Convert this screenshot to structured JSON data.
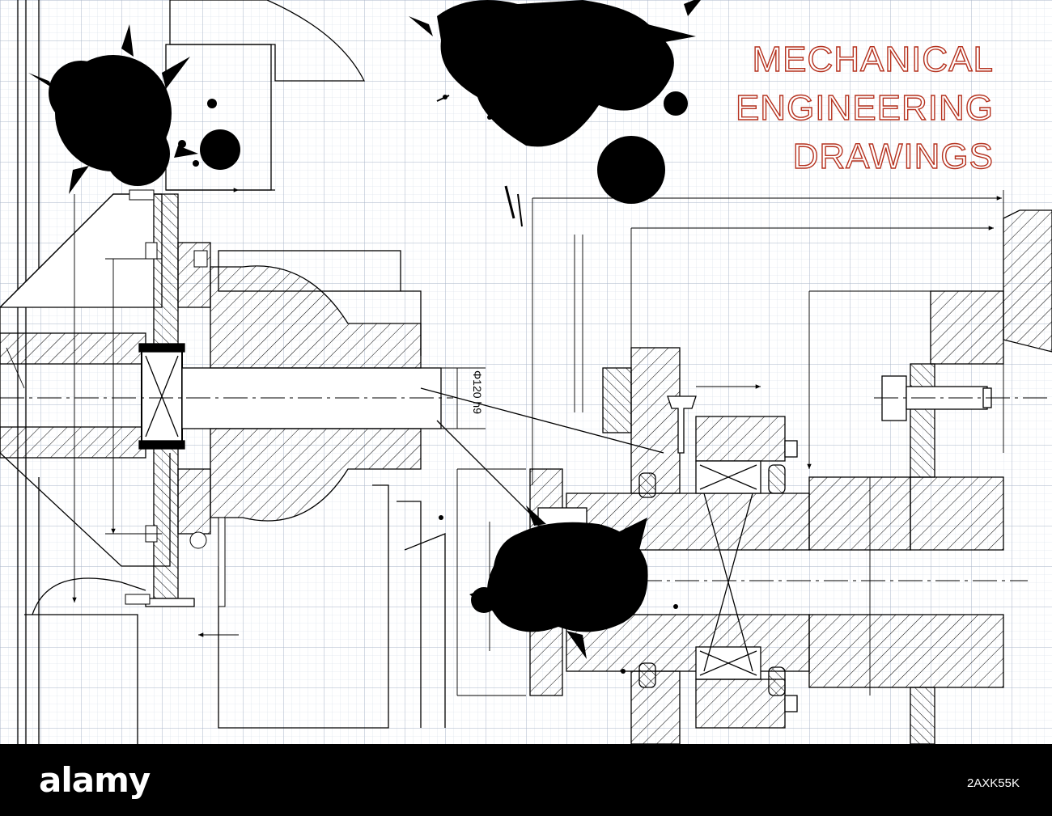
{
  "title": {
    "line1": "MECHANICAL",
    "line2": "ENGINEERING",
    "line3": "DRAWINGS"
  },
  "dimension_label": "Φ120 h9",
  "footer": {
    "logo": "alamy",
    "image_id": "2AXK55K"
  },
  "colors": {
    "grid_minor": "#d6dde8",
    "grid_major": "#a9b6c9",
    "title_outline": "#b5321f",
    "ink": "#000000"
  }
}
